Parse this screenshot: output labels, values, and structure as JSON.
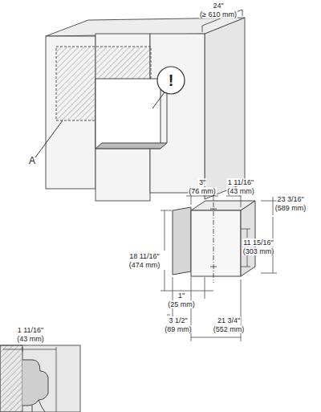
{
  "diagram": {
    "nodes": [
      {
        "text": [
          "!"
        ]
      }
    ],
    "labels": [
      "24\"",
      "(≥ 610 mm)",
      "A",
      "3\"",
      "(76 mm)",
      "1 11/16\"",
      "(43 mm)",
      "23 3/16\"",
      "(589 mm)",
      "11 15/16\"",
      "(303 mm)",
      "18 11/16\"",
      "(474 mm)",
      "1\"",
      "(25 mm)",
      "3 1/2\"",
      "(89 mm)",
      "21 3/4\"",
      "(552 mm)",
      "1 11/16\"",
      "(43 mm)"
    ]
  }
}
